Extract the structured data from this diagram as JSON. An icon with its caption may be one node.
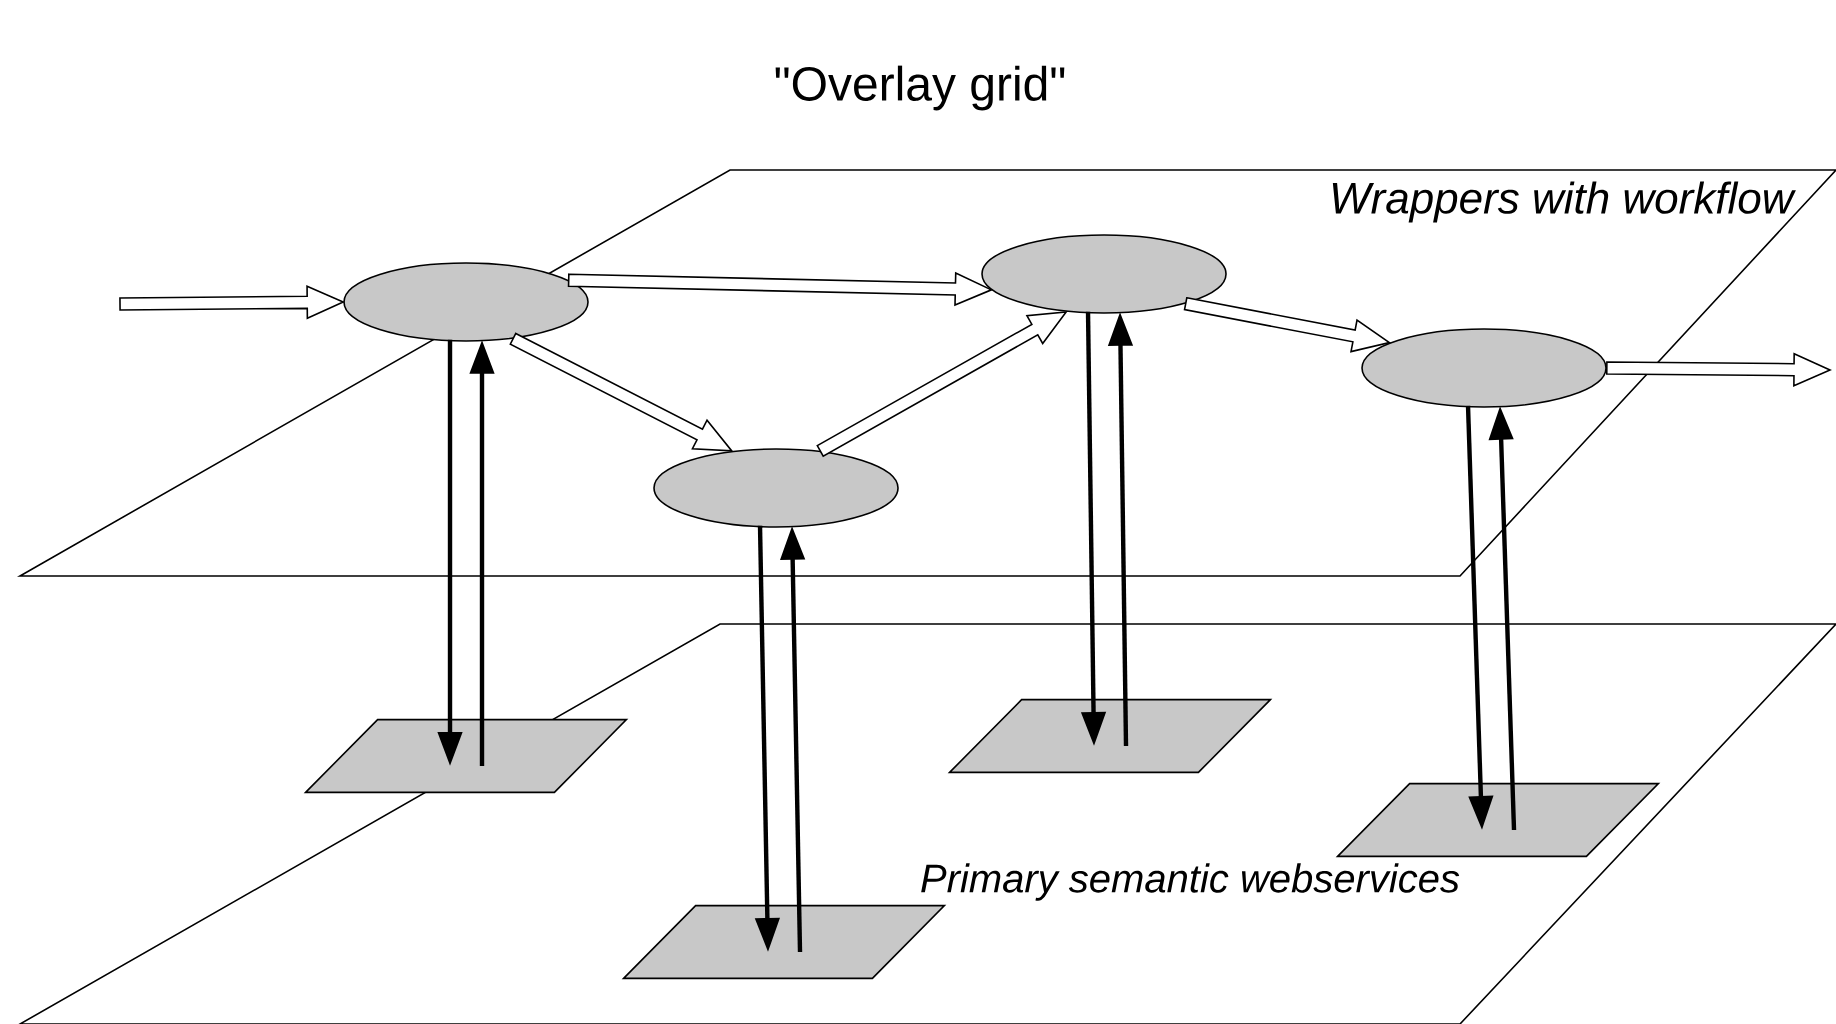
{
  "diagram": {
    "title": "\"Overlay grid\"",
    "nodes": [
      {
        "text": [
          "Wrappers with workflow"
        ]
      },
      {
        "text": [],
        "shape": "ellipse",
        "in": 0
      },
      {
        "text": [],
        "shape": "ellipse",
        "in": 0
      },
      {
        "text": [],
        "shape": "ellipse",
        "in": 0
      },
      {
        "text": [],
        "shape": "ellipse",
        "in": 0
      },
      {
        "text": [
          "Primary semantic webservices"
        ]
      },
      {
        "text": [],
        "shape": "parallelogram",
        "in": 5
      },
      {
        "text": [],
        "shape": "parallelogram",
        "in": 5
      },
      {
        "text": [],
        "shape": "parallelogram",
        "in": 5
      },
      {
        "text": [],
        "shape": "parallelogram",
        "in": 5
      }
    ],
    "edges": [
      {
        "from": null,
        "to": 1,
        "arrow": "to"
      },
      {
        "from": 1,
        "to": 3,
        "arrow": "to"
      },
      {
        "from": 1,
        "to": 2,
        "arrow": "to"
      },
      {
        "from": 2,
        "to": 3,
        "arrow": "to"
      },
      {
        "from": 3,
        "to": 4,
        "arrow": "to"
      },
      {
        "from": 4,
        "to": null,
        "arrow": "to"
      },
      {
        "from": 1,
        "to": 6,
        "arrow": "to"
      },
      {
        "from": 6,
        "to": 1,
        "arrow": "to"
      },
      {
        "from": 2,
        "to": 7,
        "arrow": "to"
      },
      {
        "from": 7,
        "to": 2,
        "arrow": "to"
      },
      {
        "from": 3,
        "to": 8,
        "arrow": "to"
      },
      {
        "from": 8,
        "to": 3,
        "arrow": "to"
      },
      {
        "from": 4,
        "to": 9,
        "arrow": "to"
      },
      {
        "from": 9,
        "to": 4,
        "arrow": "to"
      }
    ]
  }
}
